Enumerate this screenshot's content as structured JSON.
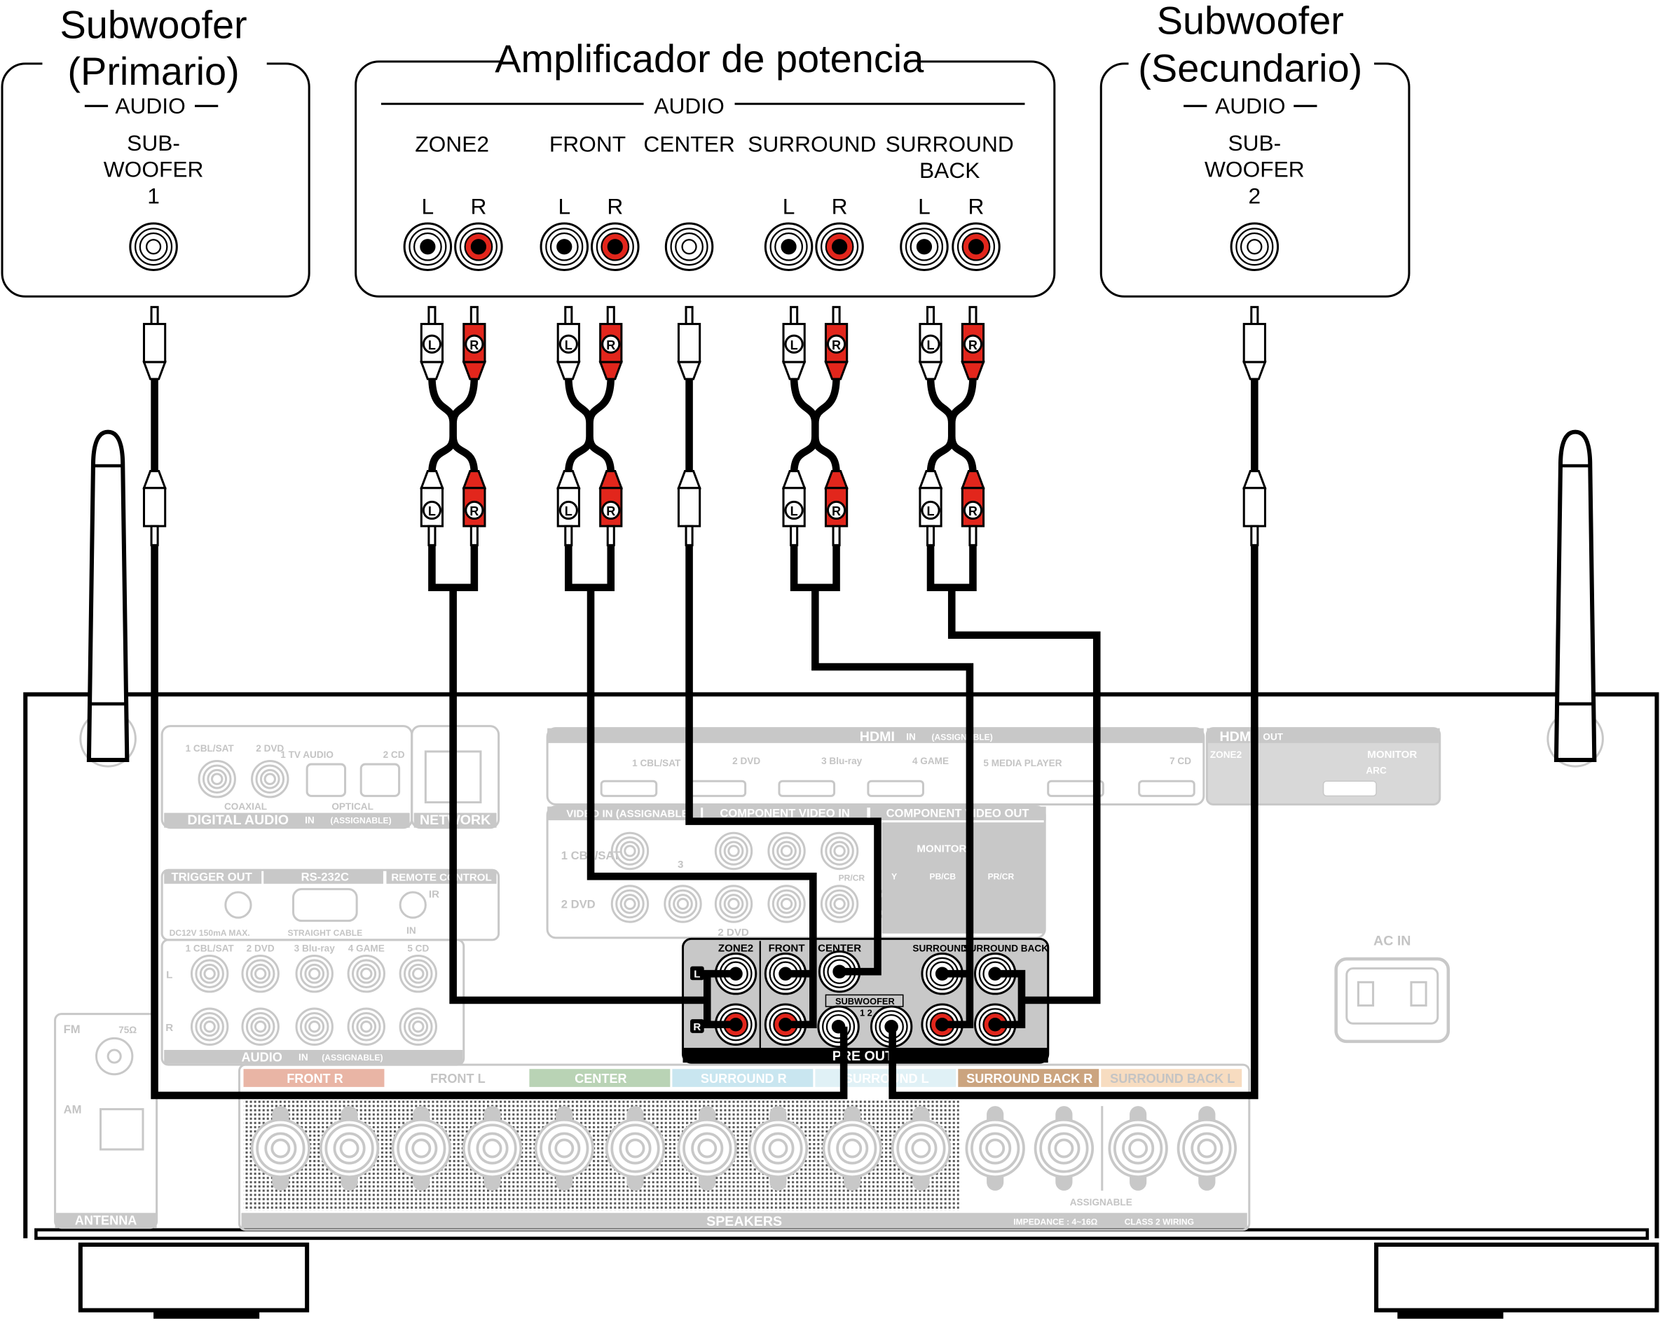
{
  "sub_primary": {
    "title_line1": "Subwoofer",
    "title_line2": "(Primario)",
    "audio": "AUDIO",
    "port": [
      "SUB-",
      "WOOFER",
      "1"
    ]
  },
  "amp": {
    "title": "Amplificador de potencia",
    "audio": "AUDIO",
    "channels": [
      "ZONE2",
      "FRONT",
      "CENTER",
      "SURROUND",
      "SURROUND",
      "BACK"
    ],
    "l": "L",
    "r": "R"
  },
  "sub_secondary": {
    "title_line1": "Subwoofer",
    "title_line2": "(Secundario)",
    "audio": "AUDIO",
    "port": [
      "SUB-",
      "WOOFER",
      "2"
    ]
  },
  "plug_labels": {
    "l": "L",
    "r": "R"
  },
  "receiver": {
    "digital_audio": {
      "bar": "DIGITAL AUDIO",
      "in": "IN",
      "assignable": "(ASSIGNABLE)",
      "coaxial": "COAXIAL",
      "optical": "OPTICAL",
      "inputs": [
        "1 CBL/SAT",
        "2 DVD",
        "1 TV AUDIO",
        "2 CD"
      ]
    },
    "network": "NETWORK",
    "hdmi_in": {
      "bar": "HDMI",
      "in": "IN",
      "assignable": "(ASSIGNABLE)",
      "inputs": [
        "1 CBL/SAT",
        "2 DVD",
        "3 Blu-ray",
        "4 GAME",
        "5 MEDIA PLAYER",
        "7 CD"
      ]
    },
    "hdmi_out": {
      "bar": "HDMI",
      "out": "OUT",
      "zone2": "ZONE2",
      "monitor": "MONITOR",
      "arc": "ARC"
    },
    "video_in": "VIDEO IN (ASSIGNABLE)",
    "component_in": "COMPONENT VIDEO IN",
    "component_out": "COMPONENT VIDEO OUT",
    "monitor": "MONITOR",
    "component_labels": [
      "Y",
      "PB/CB",
      "PR/CR",
      "PR/CR"
    ],
    "video_rows": [
      "1 CBL/SAT",
      "2 DVD",
      "3",
      "2 DVD"
    ],
    "trigger_out": "TRIGGER OUT",
    "trigger_note": "DC12V 150mA MAX.",
    "rs232c": "RS-232C",
    "rs232c_note": "STRAIGHT CABLE",
    "remote_control": "REMOTE CONTROL",
    "remote_ir": "IR",
    "remote_in": "IN",
    "audio_in": {
      "bar": "AUDIO",
      "in": "IN",
      "assignable": "(ASSIGNABLE)",
      "inputs": [
        "1 CBL/SAT",
        "2 DVD",
        "3 Blu-ray",
        "4 GAME",
        "5 CD"
      ],
      "l": "L",
      "r": "R"
    },
    "antenna": {
      "bar": "ANTENNA",
      "fm": "FM",
      "ohm": "75Ω",
      "am": "AM"
    },
    "ac_in": "AC IN",
    "pre_out": {
      "bar": "PRE OUT",
      "zone2": "ZONE2",
      "front": "FRONT",
      "center": "CENTER",
      "surround": "SURROUND",
      "surround_back": "SURROUND BACK",
      "subwoofer": "SUBWOOFER",
      "sub_numbers": "1 2",
      "l": "L",
      "r": "R"
    },
    "speaker_labels": [
      {
        "text": "FRONT R",
        "color": "#e9b5a5"
      },
      {
        "text": "FRONT L",
        "color": "#ffffff"
      },
      {
        "text": "CENTER",
        "color": "#b9d3b5"
      },
      {
        "text": "SURROUND R",
        "color": "#c9e6f0"
      },
      {
        "text": "SURROUND L",
        "color": "#e0f1f6"
      },
      {
        "text": "SURROUND BACK R",
        "color": "#cba47f"
      },
      {
        "text": "SURROUND BACK L",
        "color": "#f7dcc0"
      }
    ],
    "speakers": "SPEAKERS",
    "assignable": "ASSIGNABLE",
    "impedance": "IMPEDANCE : 4~16Ω",
    "class2": "CLASS 2 WIRING"
  },
  "colors": {
    "red_jack": "#e2261c",
    "panel_gray": "#c8c8c8",
    "cable": "#000000"
  }
}
